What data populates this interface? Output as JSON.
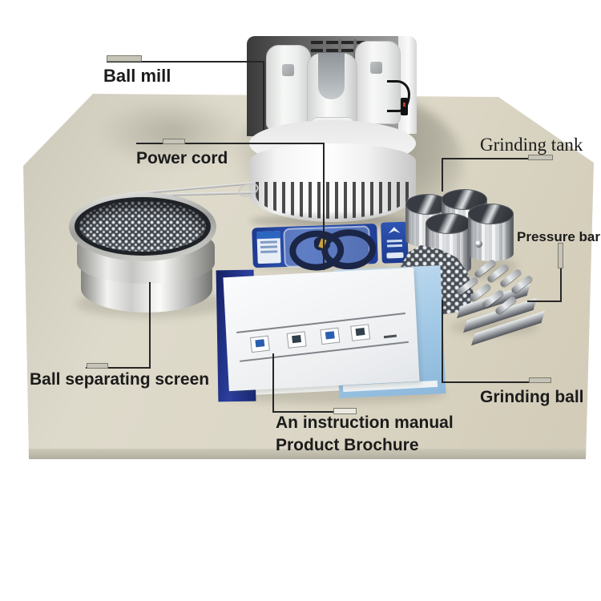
{
  "figure": {
    "type": "annotated-product-photo",
    "subject": "Planetary ball mill package contents on a table",
    "labels": {
      "ball_mill": "Ball mill",
      "power_cord": "Power cord",
      "grinding_tank": "Grinding tank",
      "pressure_bar": "Pressure bar",
      "grinding_ball": "Grinding ball",
      "ball_separating_screen": "Ball separating screen",
      "instruction_manual": "An instruction manual",
      "product_brochure": "Product Brochure"
    },
    "colors": {
      "background": "#ffffff",
      "table": "#d8d4c4",
      "callout_line": "#262626",
      "label_text": "#1b1b1b",
      "blister_card_blue": "#1d3a8e",
      "brochure_blue": "#9ec6e4",
      "book_navy": "#18266f",
      "steel": "#c9cccf"
    }
  }
}
